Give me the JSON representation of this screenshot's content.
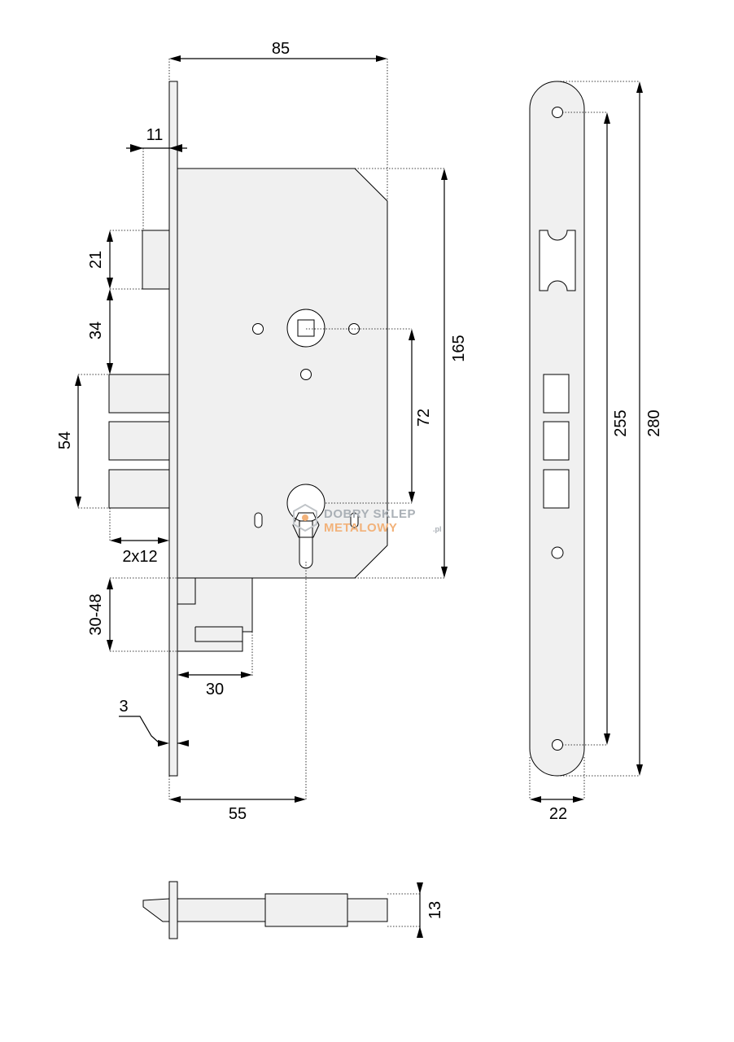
{
  "dimensions": {
    "width_85": "85",
    "thickness_11": "11",
    "latch_21": "21",
    "gap_34": "34",
    "bolts_54": "54",
    "bolt_2x12": "2x12",
    "range_30_48": "30-48",
    "throw_30": "30",
    "faceplate_3": "3",
    "backset_55": "55",
    "height_165": "165",
    "spacing_72": "72",
    "screws_255": "255",
    "total_280": "280",
    "faceplate_width_22": "22",
    "bolt_13": "13"
  },
  "watermark": {
    "line1": "DOBRY SKLEP",
    "line2": "METALOWY",
    "suffix": ".pl",
    "colors": {
      "gray": "#aab0b6",
      "orange": "#f2b27a"
    }
  },
  "colors": {
    "part_fill": "#f0f0f0",
    "line": "#000000"
  }
}
